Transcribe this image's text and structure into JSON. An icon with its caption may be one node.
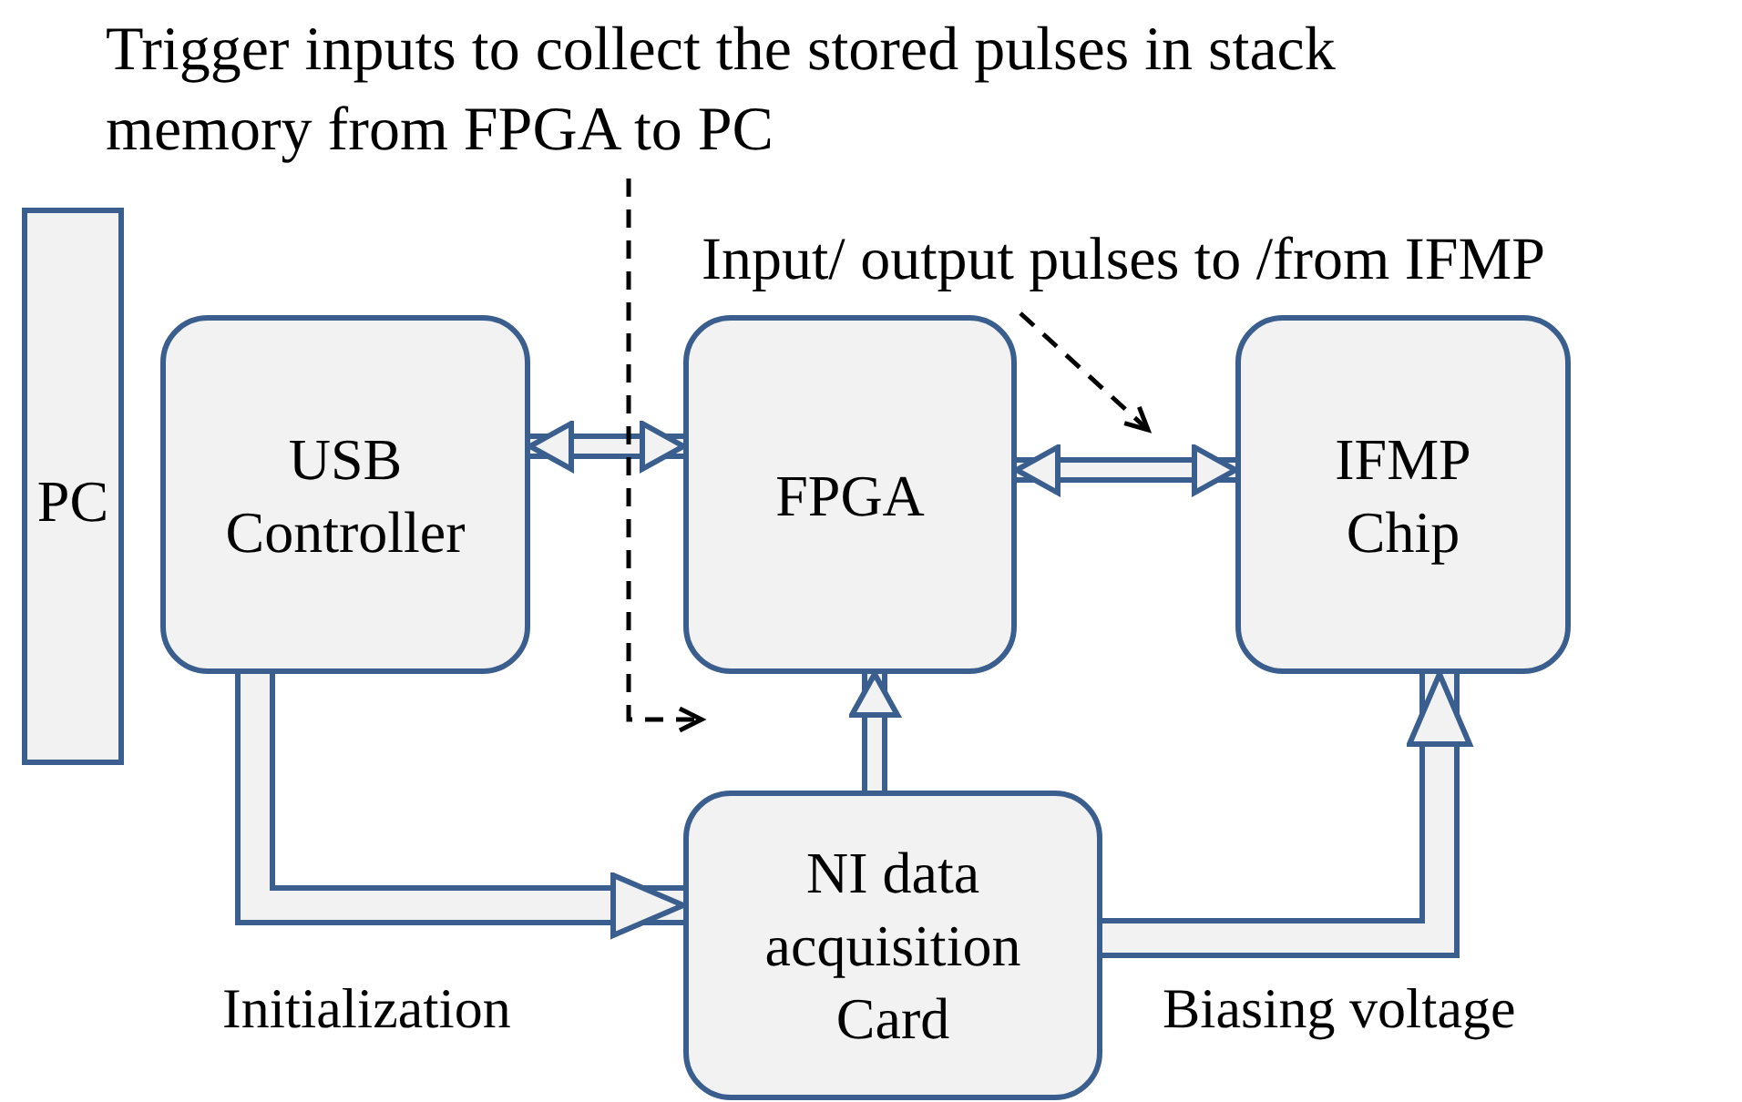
{
  "diagram": {
    "nodes": [
      {
        "text": [
          "PC"
        ]
      },
      {
        "text": [
          "USB Controller"
        ]
      },
      {
        "text": [
          "FPGA"
        ]
      },
      {
        "text": [
          "IFMP Chip"
        ]
      },
      {
        "text": [
          "NI data acquisition Card"
        ]
      },
      {
        "text": [
          "Trigger inputs to collect the stored pulses in stack memory from  FPGA to PC"
        ]
      },
      {
        "text": [
          "Input/ output pulses to /from IFMP"
        ]
      }
    ],
    "edges": [
      {
        "from": 1,
        "to": 2,
        "arrow": "both"
      },
      {
        "from": 2,
        "to": 3,
        "arrow": "both"
      },
      {
        "from": 4,
        "to": 2,
        "arrow": "to"
      },
      {
        "from": 1,
        "to": 4,
        "arrow": "to",
        "label": "Initialization"
      },
      {
        "from": 4,
        "to": 3,
        "arrow": "to",
        "label": "Biasing voltage"
      },
      {
        "from": 5,
        "to": 2,
        "arrow": "to",
        "style": "dashed",
        "color": "#000000"
      },
      {
        "from": 6,
        "to": null,
        "arrow": "to",
        "style": "dashed",
        "color": "#000000"
      }
    ]
  }
}
